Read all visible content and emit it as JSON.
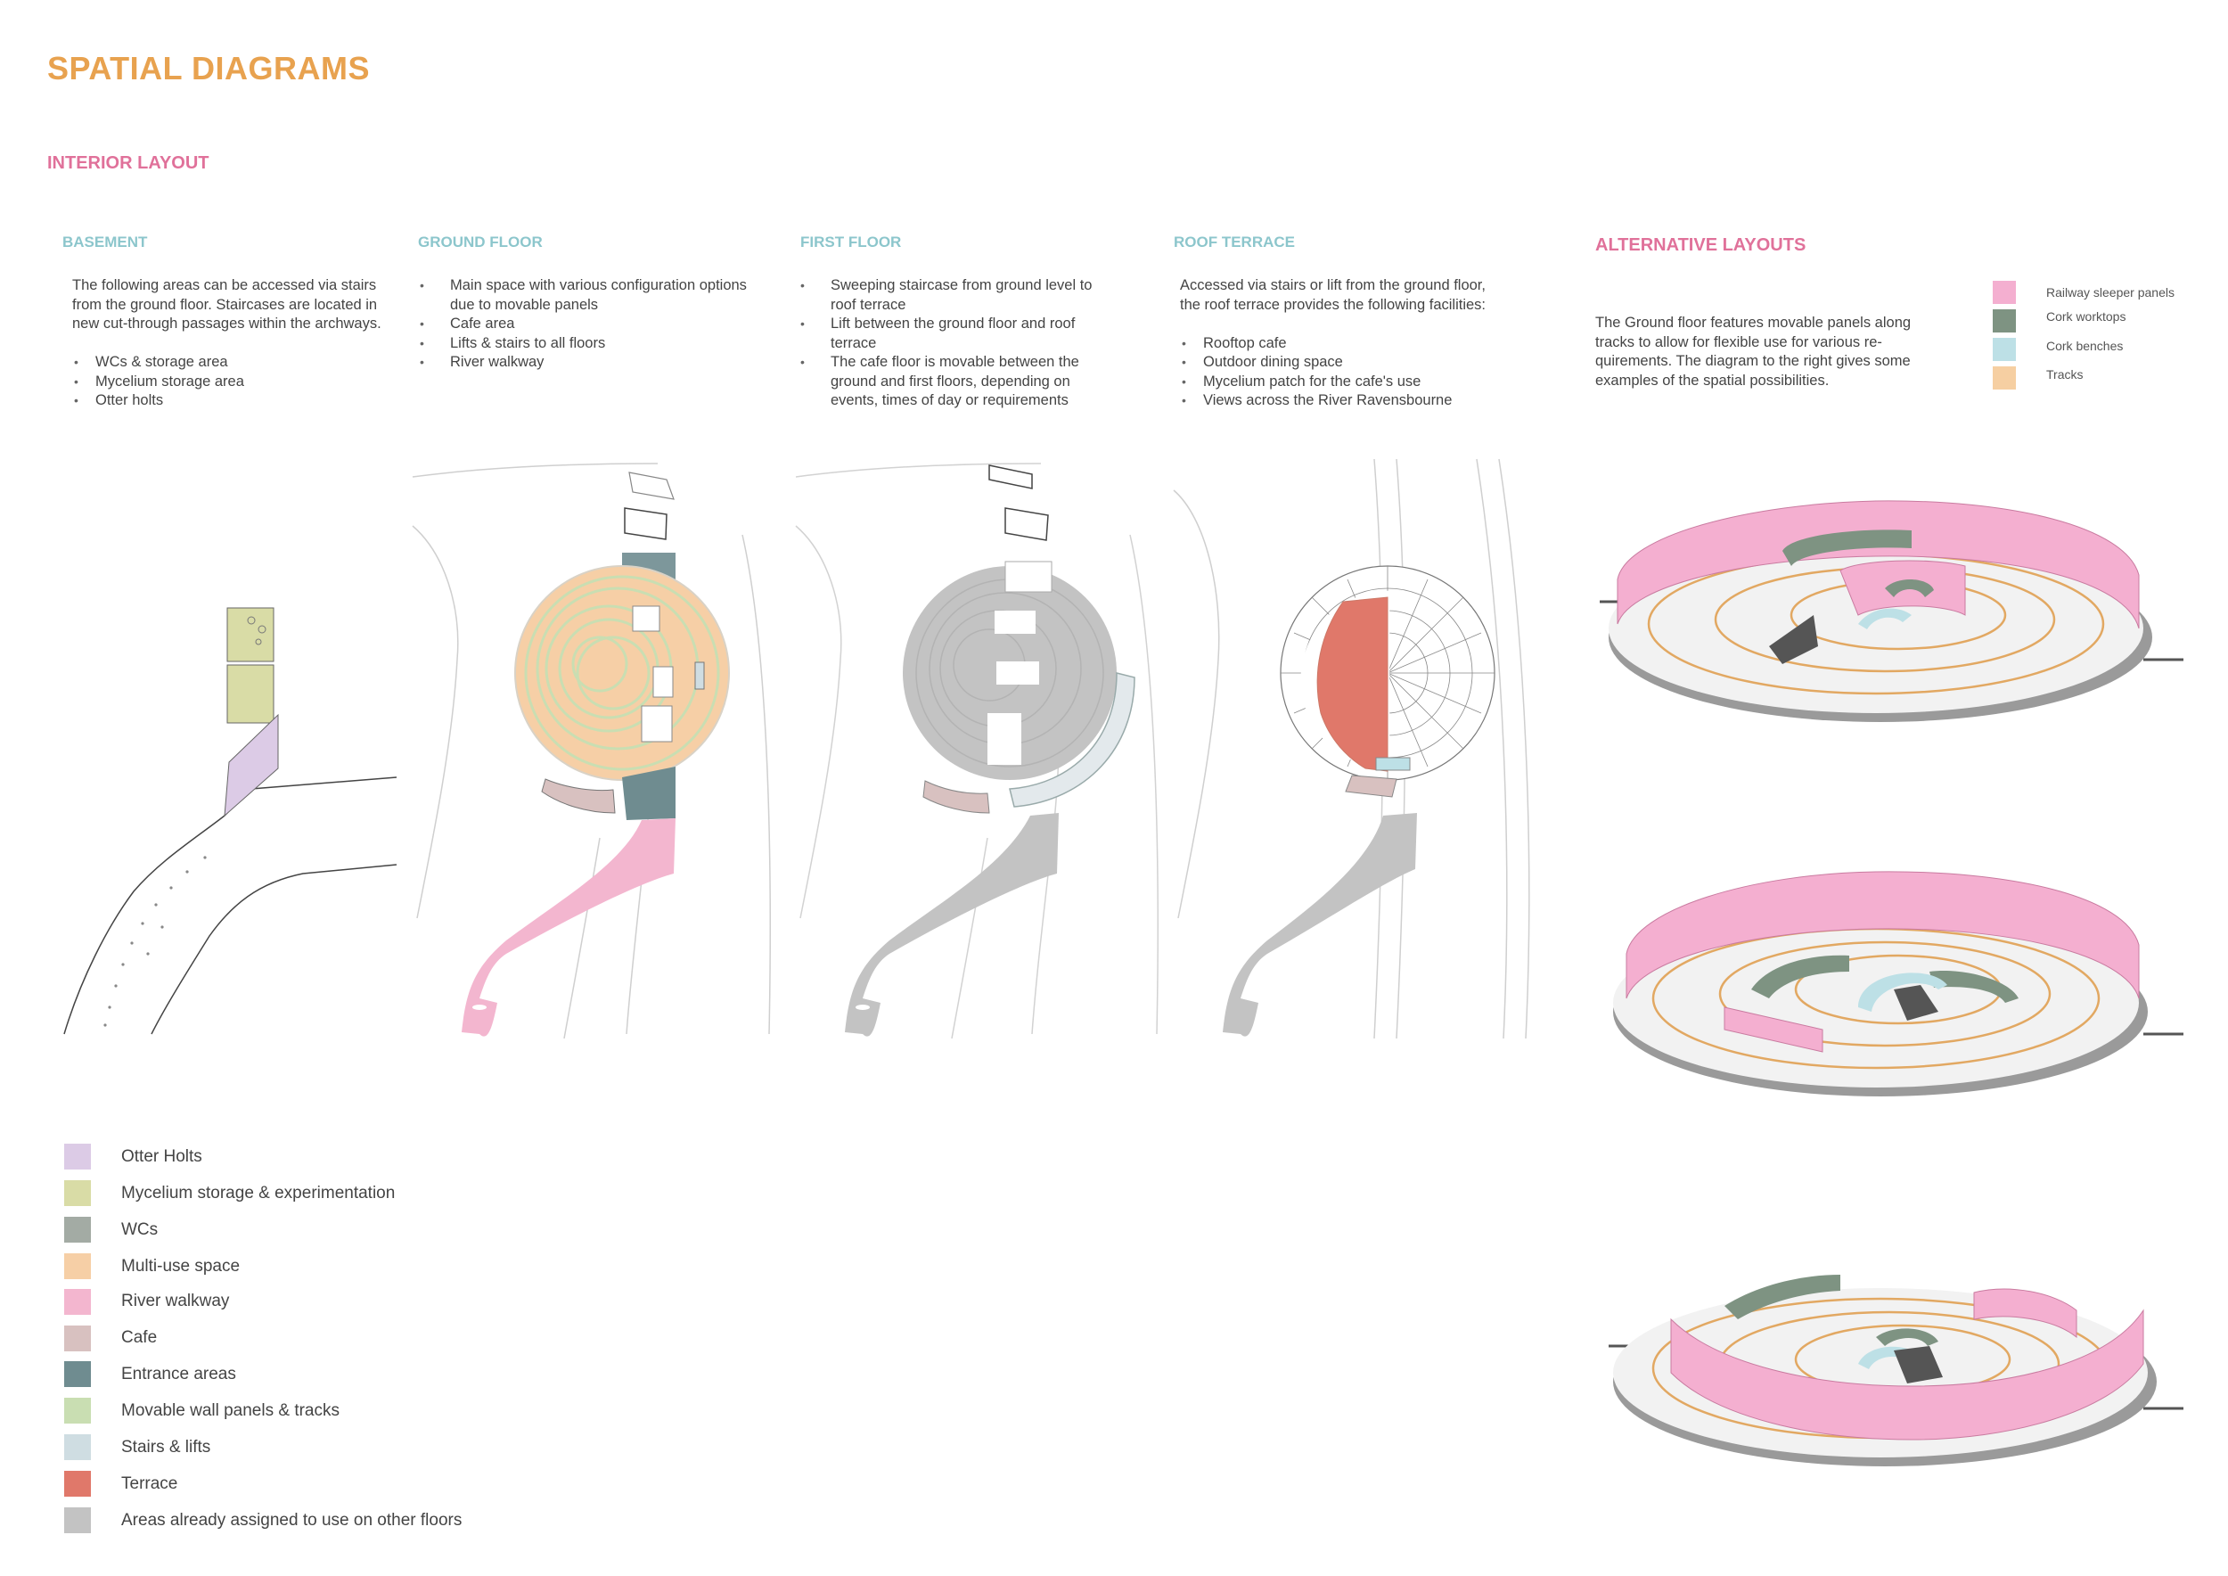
{
  "title": "SPATIAL DIAGRAMS",
  "subtitle": "INTERIOR LAYOUT",
  "floors": {
    "basement": {
      "heading": "BASEMENT",
      "intro": "The following areas can be accessed via stairs from the ground floor. Staircases are located in new cut-through passages within the archways.",
      "items": [
        "WCs & storage area",
        "Mycelium storage area",
        "Otter holts"
      ]
    },
    "ground": {
      "heading": "GROUND FLOOR",
      "items": [
        "Main space with various configuration options due to movable panels",
        "Cafe area",
        "Lifts & stairs to all floors",
        "River walkway"
      ]
    },
    "first": {
      "heading": "FIRST FLOOR",
      "items": [
        "Sweeping staircase from ground level to roof terrace",
        "Lift between the ground floor and roof terrace",
        "The cafe floor is movable between the ground and first floors, depending on events, times of day or requirements"
      ]
    },
    "roof": {
      "heading": "ROOF TERRACE",
      "intro": "Accessed via stairs or lift from the ground floor, the roof terrace provides the following facilities:",
      "items": [
        "Rooftop cafe",
        "Outdoor dining space",
        "Mycelium patch for the cafe's use",
        "Views across the River Ravensbourne"
      ]
    }
  },
  "alternative": {
    "heading": "ALTERNATIVE LAYOUTS",
    "text": "The Ground floor features movable panels along tracks to allow for flexible use for various re-quirements. The diagram to the right gives some examples of the spatial possibilities.",
    "key": [
      {
        "label": "Railway sleeper panels",
        "color": "#f4afd0"
      },
      {
        "label": "Cork worktops",
        "color": "#7e9382"
      },
      {
        "label": "Cork benches",
        "color": "#bde0e6"
      },
      {
        "label": "Tracks",
        "color": "#f6cfa2"
      }
    ]
  },
  "legend": [
    {
      "label": "Otter Holts",
      "color": "#dccbe6"
    },
    {
      "label": "Mycelium storage & experimentation",
      "color": "#d9dca6"
    },
    {
      "label": "WCs",
      "color": "#a3aba4"
    },
    {
      "label": "Multi-use space",
      "color": "#f6cfa6"
    },
    {
      "label": "River walkway",
      "color": "#f3b6cf"
    },
    {
      "label": "Cafe",
      "color": "#d8c1c0"
    },
    {
      "label": "Entrance areas",
      "color": "#6f8c90"
    },
    {
      "label": "Movable wall panels & tracks",
      "color": "#c9deb2"
    },
    {
      "label": "Stairs & lifts",
      "color": "#cfdde2"
    },
    {
      "label": "Terrace",
      "color": "#e0786a"
    },
    {
      "label": "Areas already assigned to use on other floors",
      "color": "#c3c3c3"
    }
  ]
}
